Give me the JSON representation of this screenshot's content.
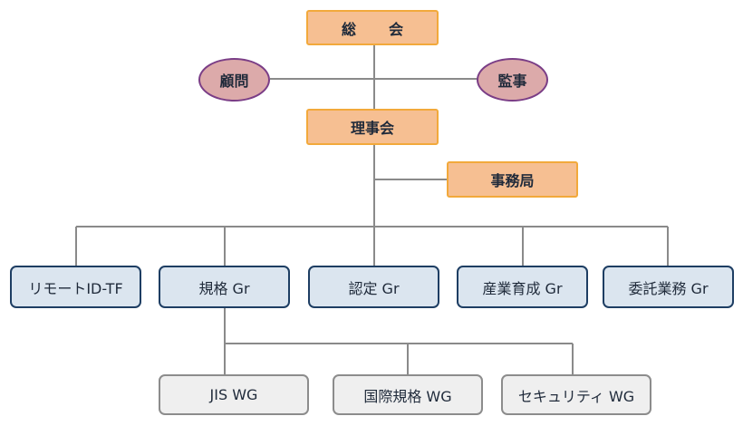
{
  "general_assembly": "総　会",
  "advisor": "顧問",
  "auditor": "監事",
  "board": "理事会",
  "secretariat": "事務局",
  "groups": [
    "リモートID-TF",
    "規格 Gr",
    "認定 Gr",
    "産業育成 Gr",
    "委託業務 Gr"
  ],
  "working_groups": [
    "JIS WG",
    "国際規格 WG",
    "セキュリティ WG"
  ],
  "colors": {
    "top_fill": "#f6bf92",
    "top_border": "#f2a93b",
    "oval_fill": "#dcaaaa",
    "oval_border": "#7a3d86",
    "group_fill": "#dbe5ef",
    "group_border": "#1e3e63",
    "wg_fill": "#efefef",
    "wg_border": "#8c8c8c",
    "line": "#8a8a8a"
  }
}
